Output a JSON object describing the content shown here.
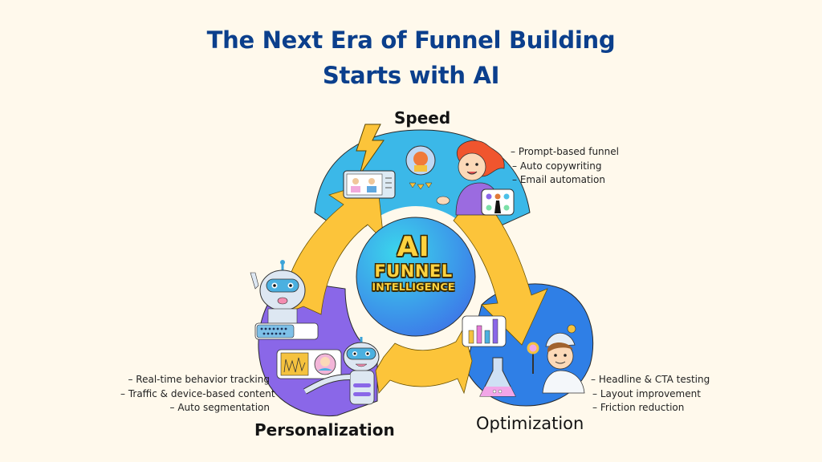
{
  "header": {
    "title_line1": "The Next Era of Funnel Building",
    "title_line2": "Starts with AI"
  },
  "center": {
    "line1": "AI",
    "line2": "FUNNEL",
    "line3": "INTELLIGENCE"
  },
  "stages": {
    "speed": {
      "label": "Speed",
      "bullets": [
        "– Prompt-based funnel",
        "– Auto copywriting",
        "– Email automation"
      ]
    },
    "personalization": {
      "label": "Personalization",
      "bullets": [
        "– Real-time behavior tracking",
        "– Traffic & device-based content",
        "– Auto segmentation"
      ]
    },
    "optimization": {
      "label": "Optimization",
      "bullets": [
        "– Headline & CTA testing",
        "– Layout improvement",
        "– Friction reduction"
      ]
    }
  },
  "colors": {
    "background": "#FFF9EC",
    "title": "#0B3F8C",
    "speed_region": "#3BB8E8",
    "personalization_region": "#8A67E8",
    "optimization_region": "#2F7FE6",
    "arrow": "#FCC43A",
    "center_gradient_start": "#39D0EA",
    "center_gradient_end": "#3F7BEA",
    "center_text": "#FFD23F"
  },
  "icons": [
    "lightning-bolt-icon",
    "video-call-card-icon",
    "robot-avatar-badge-icon",
    "girl-character-illustration",
    "app-grid-badge-icon",
    "waving-robot-illustration",
    "keyboard-panel-icon",
    "chart-profile-card-icon",
    "pointing-robot-illustration",
    "bar-chart-card-icon",
    "lab-flask-icon",
    "scientist-boy-illustration"
  ]
}
